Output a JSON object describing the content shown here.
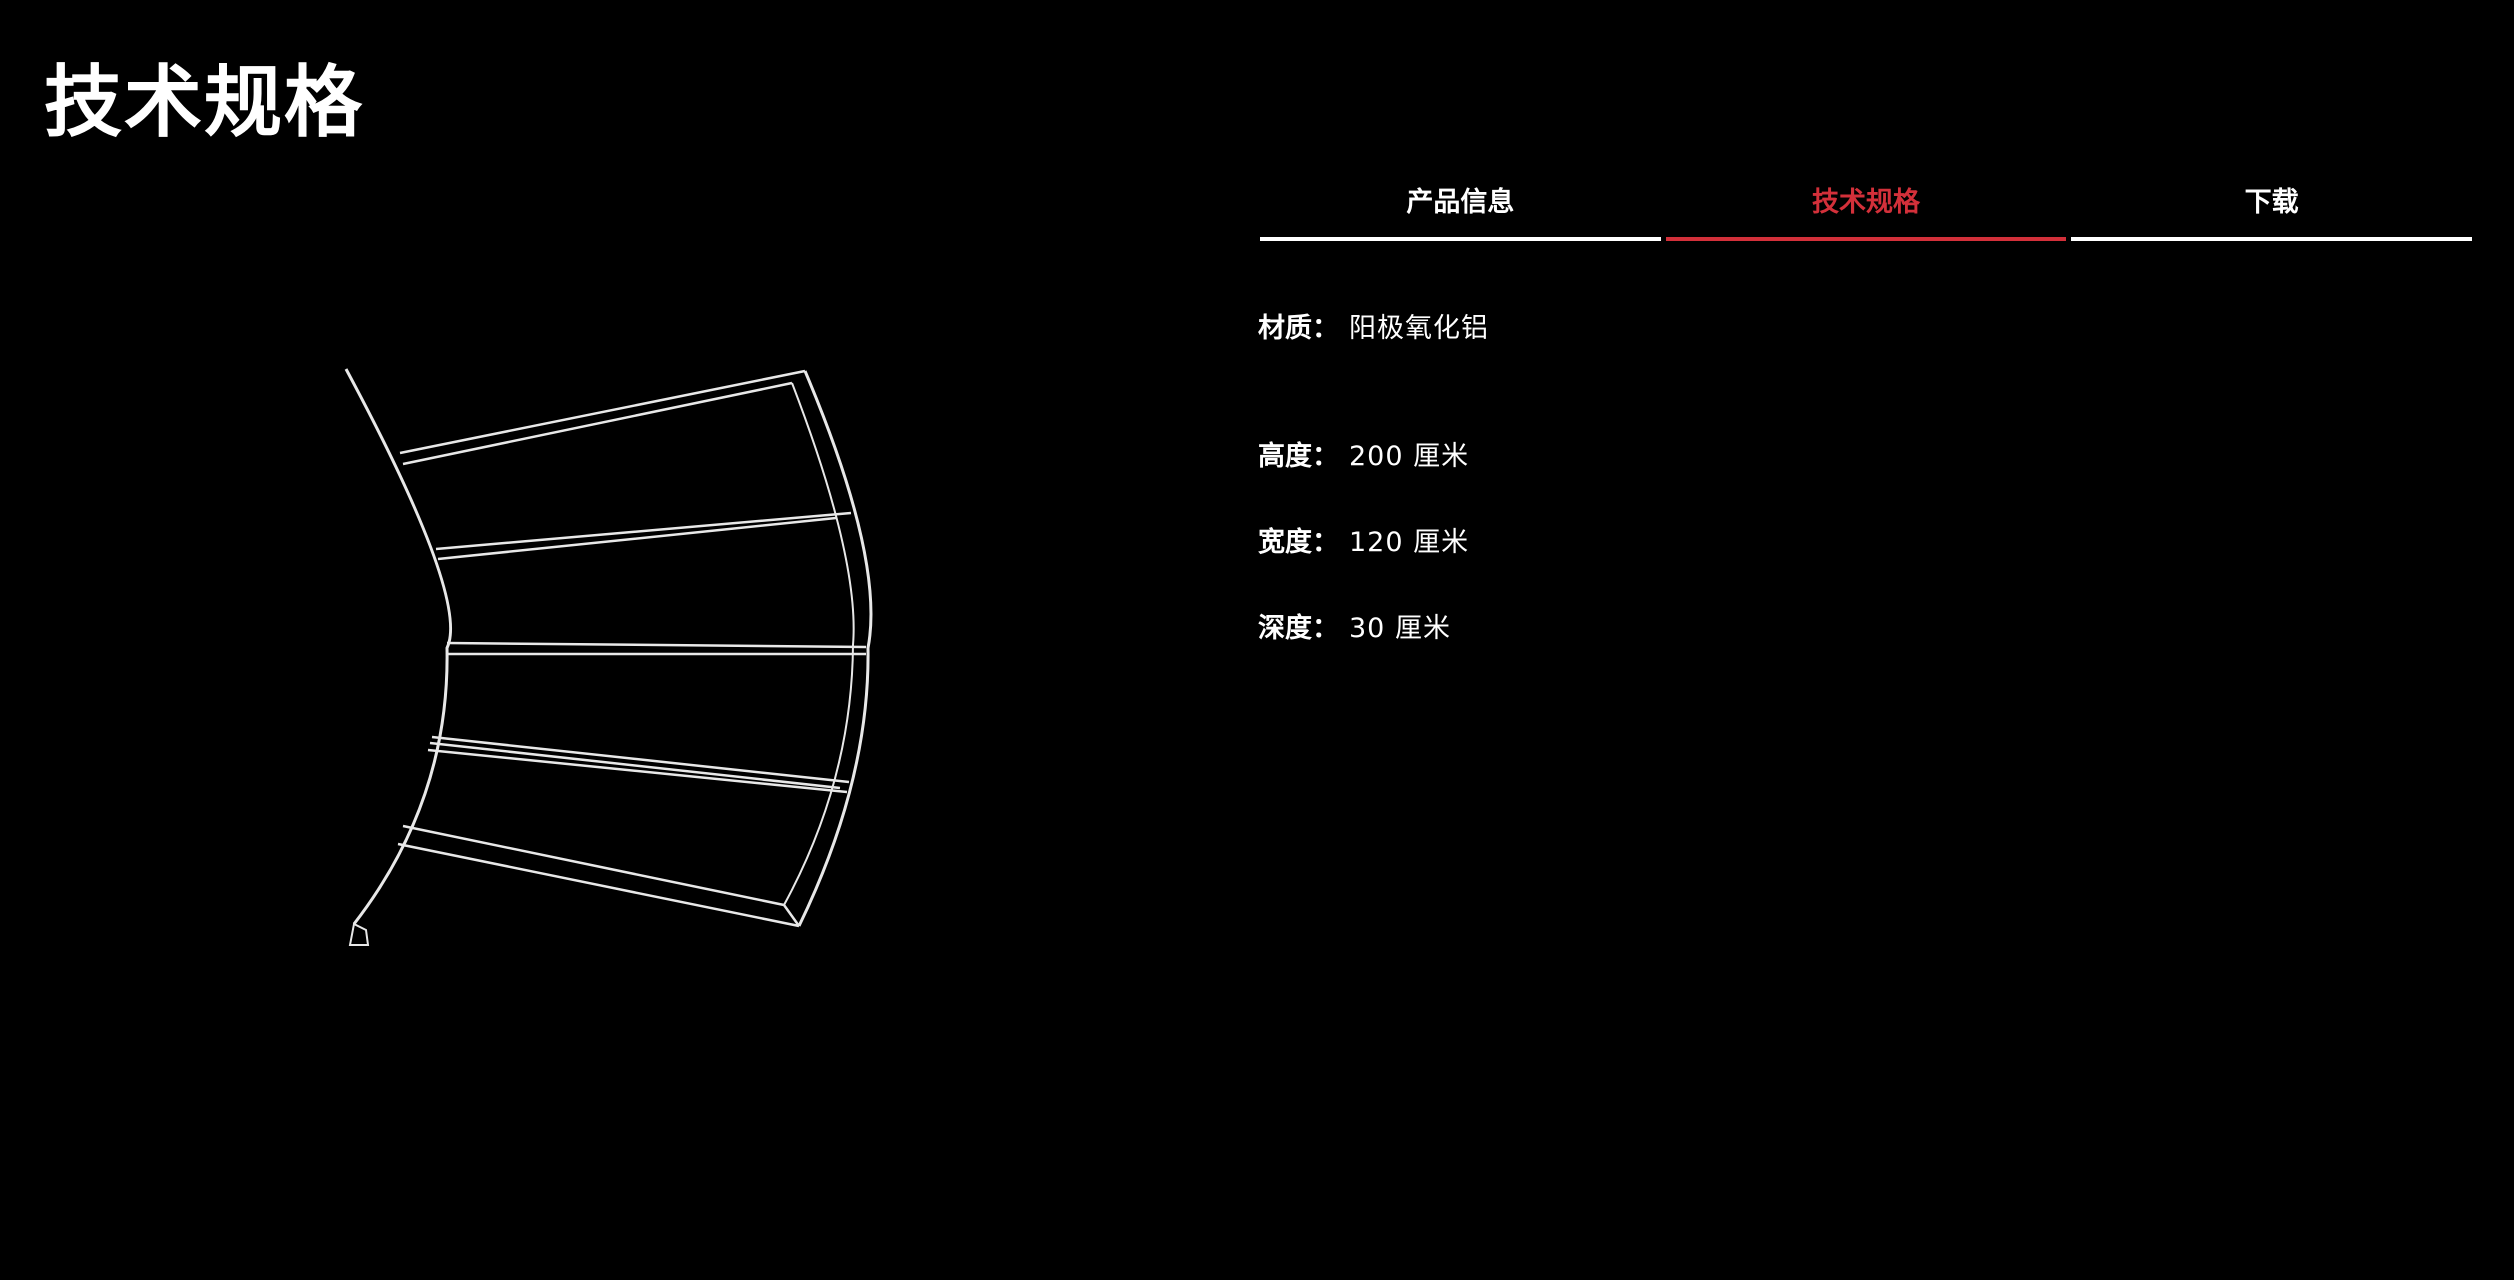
{
  "page_title": "技术规格",
  "tabs": [
    {
      "label": "产品信息",
      "active": false
    },
    {
      "label": "技术规格",
      "active": true
    },
    {
      "label": "下载",
      "active": false
    }
  ],
  "specs": [
    {
      "label": "材质：",
      "value": "阳极氧化铝"
    },
    {
      "label": "高度：",
      "value": "200 厘米"
    },
    {
      "label": "宽度：",
      "value": "120 厘米"
    },
    {
      "label": "深度：",
      "value": "30 厘米"
    }
  ],
  "colors": {
    "accent": "#d3303a",
    "background": "#000000",
    "text": "#ffffff"
  }
}
